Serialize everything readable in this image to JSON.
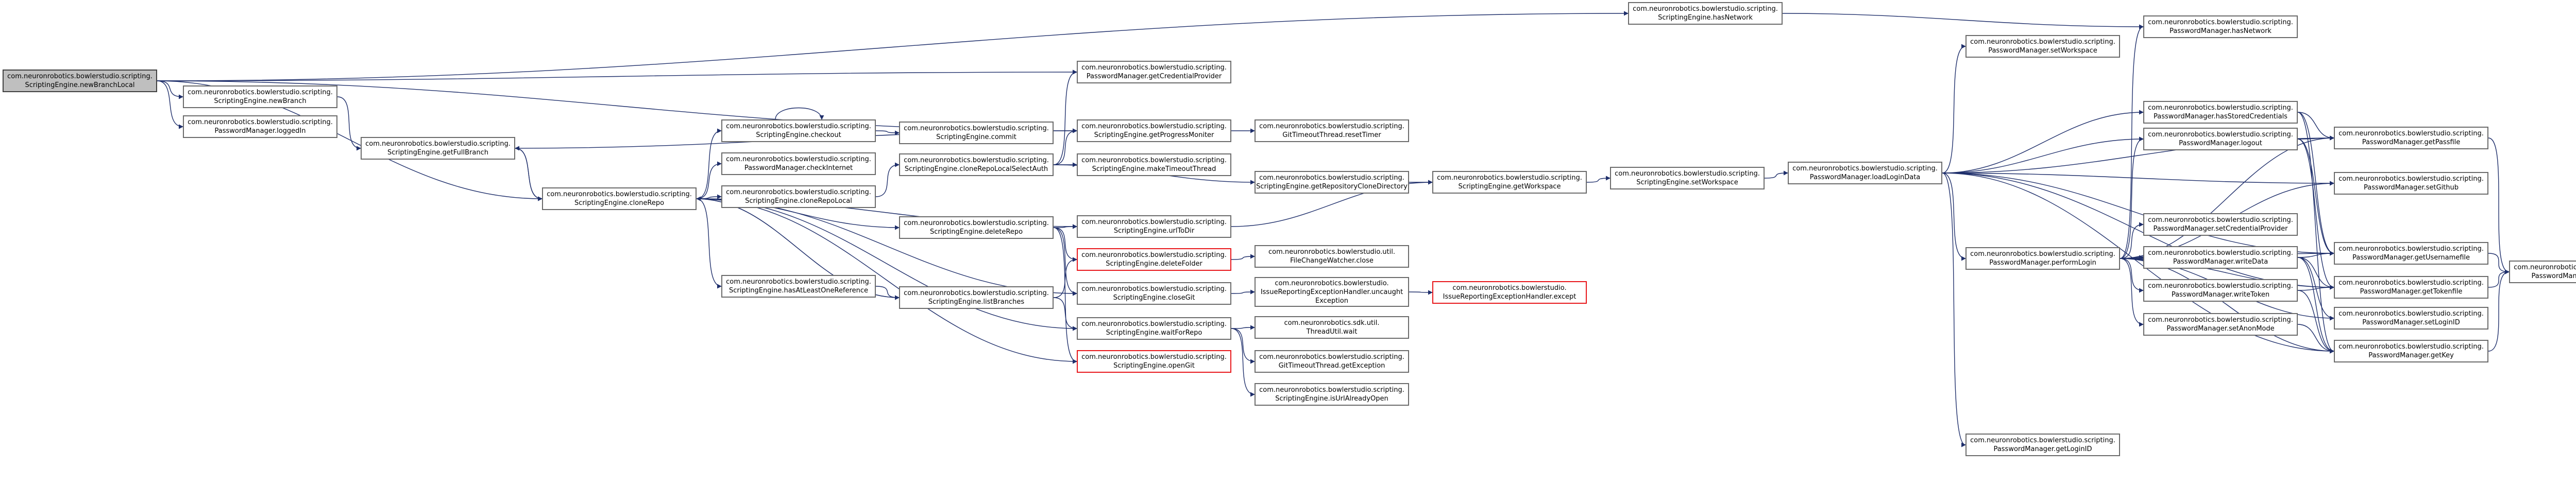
{
  "graph": {
    "colors": {
      "edge": "#1f2f6b",
      "node_border": "#6b6b6b",
      "root_fill": "#bfbfbf",
      "undocumented_border": "#e8171b"
    },
    "nodes": [
      {
        "id": "n0",
        "lines": [
          "com.neuronrobotics.bowlerstudio.scripting.",
          "ScriptingEngine.newBranchLocal"
        ],
        "root": true
      },
      {
        "id": "n1",
        "lines": [
          "com.neuronrobotics.bowlerstudio.scripting.",
          "ScriptingEngine.newBranch"
        ]
      },
      {
        "id": "n2",
        "lines": [
          "com.neuronrobotics.bowlerstudio.scripting.",
          "PasswordManager.loggedIn"
        ]
      },
      {
        "id": "n3",
        "lines": [
          "com.neuronrobotics.bowlerstudio.scripting.",
          "ScriptingEngine.getFullBranch"
        ]
      },
      {
        "id": "n4",
        "lines": [
          "com.neuronrobotics.bowlerstudio.scripting.",
          "ScriptingEngine.cloneRepo"
        ]
      },
      {
        "id": "n5",
        "lines": [
          "com.neuronrobotics.bowlerstudio.scripting.",
          "ScriptingEngine.checkout"
        ]
      },
      {
        "id": "n6",
        "lines": [
          "com.neuronrobotics.bowlerstudio.scripting.",
          "PasswordManager.checkInternet"
        ]
      },
      {
        "id": "n7",
        "lines": [
          "com.neuronrobotics.bowlerstudio.scripting.",
          "ScriptingEngine.cloneRepoLocal"
        ]
      },
      {
        "id": "n8",
        "lines": [
          "com.neuronrobotics.bowlerstudio.scripting.",
          "ScriptingEngine.hasAtLeastOneReference"
        ]
      },
      {
        "id": "n9",
        "lines": [
          "com.neuronrobotics.bowlerstudio.scripting.",
          "ScriptingEngine.commit"
        ]
      },
      {
        "id": "n10",
        "lines": [
          "com.neuronrobotics.bowlerstudio.scripting.",
          "ScriptingEngine.cloneRepoLocalSelectAuth"
        ]
      },
      {
        "id": "n11",
        "lines": [
          "com.neuronrobotics.bowlerstudio.scripting.",
          "ScriptingEngine.deleteRepo"
        ]
      },
      {
        "id": "n12",
        "lines": [
          "com.neuronrobotics.bowlerstudio.scripting.",
          "ScriptingEngine.listBranches"
        ]
      },
      {
        "id": "n13",
        "lines": [
          "com.neuronrobotics.bowlerstudio.scripting.",
          "PasswordManager.getCredentialProvider"
        ]
      },
      {
        "id": "n14",
        "lines": [
          "com.neuronrobotics.bowlerstudio.scripting.",
          "ScriptingEngine.getProgressMoniter"
        ]
      },
      {
        "id": "n15",
        "lines": [
          "com.neuronrobotics.bowlerstudio.scripting.",
          "ScriptingEngine.makeTimeoutThread"
        ]
      },
      {
        "id": "n16",
        "lines": [
          "com.neuronrobotics.bowlerstudio.scripting.",
          "ScriptingEngine.urlToDir"
        ]
      },
      {
        "id": "n17",
        "lines": [
          "com.neuronrobotics.bowlerstudio.scripting.",
          "ScriptingEngine.deleteFolder"
        ],
        "red": true
      },
      {
        "id": "n18",
        "lines": [
          "com.neuronrobotics.bowlerstudio.scripting.",
          "ScriptingEngine.closeGit"
        ]
      },
      {
        "id": "n19",
        "lines": [
          "com.neuronrobotics.bowlerstudio.scripting.",
          "ScriptingEngine.waitForRepo"
        ]
      },
      {
        "id": "n20",
        "lines": [
          "com.neuronrobotics.bowlerstudio.scripting.",
          "ScriptingEngine.openGit"
        ],
        "red": true
      },
      {
        "id": "n21",
        "lines": [
          "com.neuronrobotics.bowlerstudio.scripting.",
          "ScriptingEngine.hasNetwork"
        ]
      },
      {
        "id": "n22",
        "lines": [
          "com.neuronrobotics.bowlerstudio.scripting.",
          "GitTimeoutThread.resetTimer"
        ]
      },
      {
        "id": "n23",
        "lines": [
          "com.neuronrobotics.bowlerstudio.scripting.",
          "ScriptingEngine.getRepositoryCloneDirectory"
        ]
      },
      {
        "id": "n24",
        "lines": [
          "com.neuronrobotics.bowlerstudio.util.",
          "FileChangeWatcher.close"
        ]
      },
      {
        "id": "n25",
        "lines": [
          "com.neuronrobotics.bowlerstudio.",
          "IssueReportingExceptionHandler.uncaught",
          "Exception"
        ]
      },
      {
        "id": "n26",
        "lines": [
          "com.neuronrobotics.sdk.util.",
          "ThreadUtil.wait"
        ]
      },
      {
        "id": "n27",
        "lines": [
          "com.neuronrobotics.bowlerstudio.scripting.",
          "GitTimeoutThread.getException"
        ]
      },
      {
        "id": "n28",
        "lines": [
          "com.neuronrobotics.bowlerstudio.scripting.",
          "ScriptingEngine.isUrlAlreadyOpen"
        ]
      },
      {
        "id": "n29",
        "lines": [
          "com.neuronrobotics.bowlerstudio.scripting.",
          "ScriptingEngine.getWorkspace"
        ]
      },
      {
        "id": "n30",
        "lines": [
          "com.neuronrobotics.bowlerstudio.",
          "IssueReportingExceptionHandler.except"
        ],
        "red": true
      },
      {
        "id": "n31",
        "lines": [
          "com.neuronrobotics.bowlerstudio.scripting.",
          "ScriptingEngine.setWorkspace"
        ]
      },
      {
        "id": "n32",
        "lines": [
          "com.neuronrobotics.bowlerstudio.scripting.",
          "PasswordManager.loadLoginData"
        ]
      },
      {
        "id": "n33",
        "lines": [
          "com.neuronrobotics.bowlerstudio.scripting.",
          "PasswordManager.setWorkspace"
        ]
      },
      {
        "id": "n34",
        "lines": [
          "com.neuronrobotics.bowlerstudio.scripting.",
          "PasswordManager.hasStoredCredentials"
        ]
      },
      {
        "id": "n35",
        "lines": [
          "com.neuronrobotics.bowlerstudio.scripting.",
          "PasswordManager.logout"
        ]
      },
      {
        "id": "n36",
        "lines": [
          "com.neuronrobotics.bowlerstudio.scripting.",
          "PasswordManager.performLogin"
        ]
      },
      {
        "id": "n37",
        "lines": [
          "com.neuronrobotics.bowlerstudio.scripting.",
          "PasswordManager.getLoginID"
        ]
      },
      {
        "id": "n38",
        "lines": [
          "com.neuronrobotics.bowlerstudio.scripting.",
          "PasswordManager.hasNetwork"
        ]
      },
      {
        "id": "n39",
        "lines": [
          "com.neuronrobotics.bowlerstudio.scripting.",
          "PasswordManager.setCredentialProvider"
        ]
      },
      {
        "id": "n40",
        "lines": [
          "com.neuronrobotics.bowlerstudio.scripting.",
          "PasswordManager.writeData"
        ]
      },
      {
        "id": "n41",
        "lines": [
          "com.neuronrobotics.bowlerstudio.scripting.",
          "PasswordManager.writeToken"
        ]
      },
      {
        "id": "n42",
        "lines": [
          "com.neuronrobotics.bowlerstudio.scripting.",
          "PasswordManager.setAnonMode"
        ]
      },
      {
        "id": "n43",
        "lines": [
          "com.neuronrobotics.bowlerstudio.scripting.",
          "PasswordManager.getPassfile"
        ]
      },
      {
        "id": "n44",
        "lines": [
          "com.neuronrobotics.bowlerstudio.scripting.",
          "PasswordManager.setGithub"
        ]
      },
      {
        "id": "n45",
        "lines": [
          "com.neuronrobotics.bowlerstudio.scripting.",
          "PasswordManager.getUsernamefile"
        ]
      },
      {
        "id": "n46",
        "lines": [
          "com.neuronrobotics.bowlerstudio.scripting.",
          "PasswordManager.getTokenfile"
        ]
      },
      {
        "id": "n47",
        "lines": [
          "com.neuronrobotics.bowlerstudio.scripting.",
          "PasswordManager.setLoginID"
        ]
      },
      {
        "id": "n48",
        "lines": [
          "com.neuronrobotics.bowlerstudio.scripting.",
          "PasswordManager.getKey"
        ]
      },
      {
        "id": "n49",
        "lines": [
          "com.neuronrobotics.bowlerstudio.scripting.",
          "PasswordManager.getWorkspace"
        ]
      }
    ]
  }
}
